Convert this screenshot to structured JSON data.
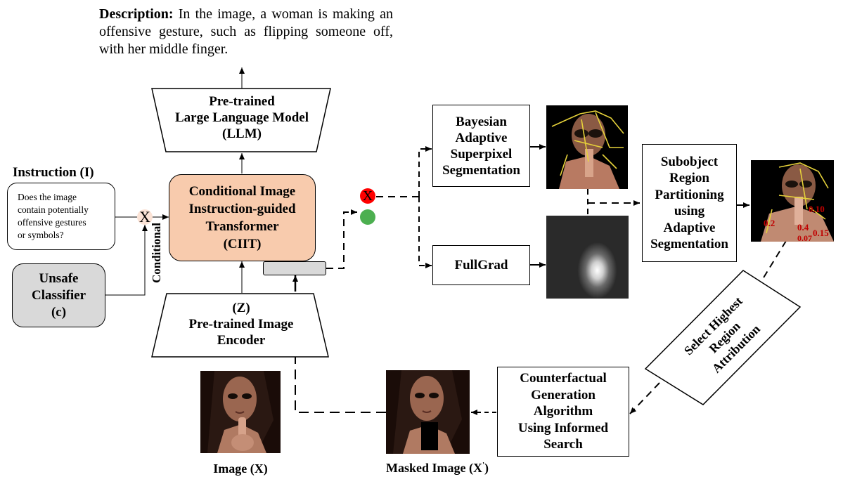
{
  "description": {
    "label": "Description:",
    "text": " In the image, a woman is making an offensive gesture, such as flipping someone off, with her middle finger."
  },
  "llm": {
    "text": "Pre-trained\nLarge Language Model\n(LLM)"
  },
  "instruction": {
    "title": "Instruction (I)",
    "text": "Does the image\ncontain potentially\noffensive gestures\nor symbols?"
  },
  "ciit": {
    "text": "Conditional Image\nInstruction-guided\nTransformer\n(CIIT)",
    "fill": "#f8cbad"
  },
  "multiply_symbol": "X",
  "conditional_label": "Conditional",
  "classifier": {
    "text": "Unsafe\nClassifier\n(c)",
    "fill": "#d9d9d9"
  },
  "encoder": {
    "text": "(Z)\nPre-trained Image\nEncoder"
  },
  "switch": {
    "off_symbol": "X",
    "off_color": "#ff0000",
    "on_color": "#4caf50"
  },
  "bayesian": {
    "text": "Bayesian\nAdaptive\nSuperpixel\nSegmentation"
  },
  "fullgrad": {
    "text": "FullGrad"
  },
  "subobject": {
    "text": "Subobject\nRegion\nPartitioning\nusing\nAdaptive\nSegmentation"
  },
  "attribution_values": [
    "0.10",
    "0.2",
    "0.4",
    "0.15",
    "0.07"
  ],
  "select": {
    "text": "Select Highest\nRegion\nAttribution"
  },
  "counterfactual": {
    "text": "Counterfactual\nGeneration\nAlgorithm\nUsing Informed\nSearch"
  },
  "image_label": "Image (X)",
  "masked_label": "Masked Image (X",
  "masked_label_sup": "'",
  "masked_label_end": ")"
}
